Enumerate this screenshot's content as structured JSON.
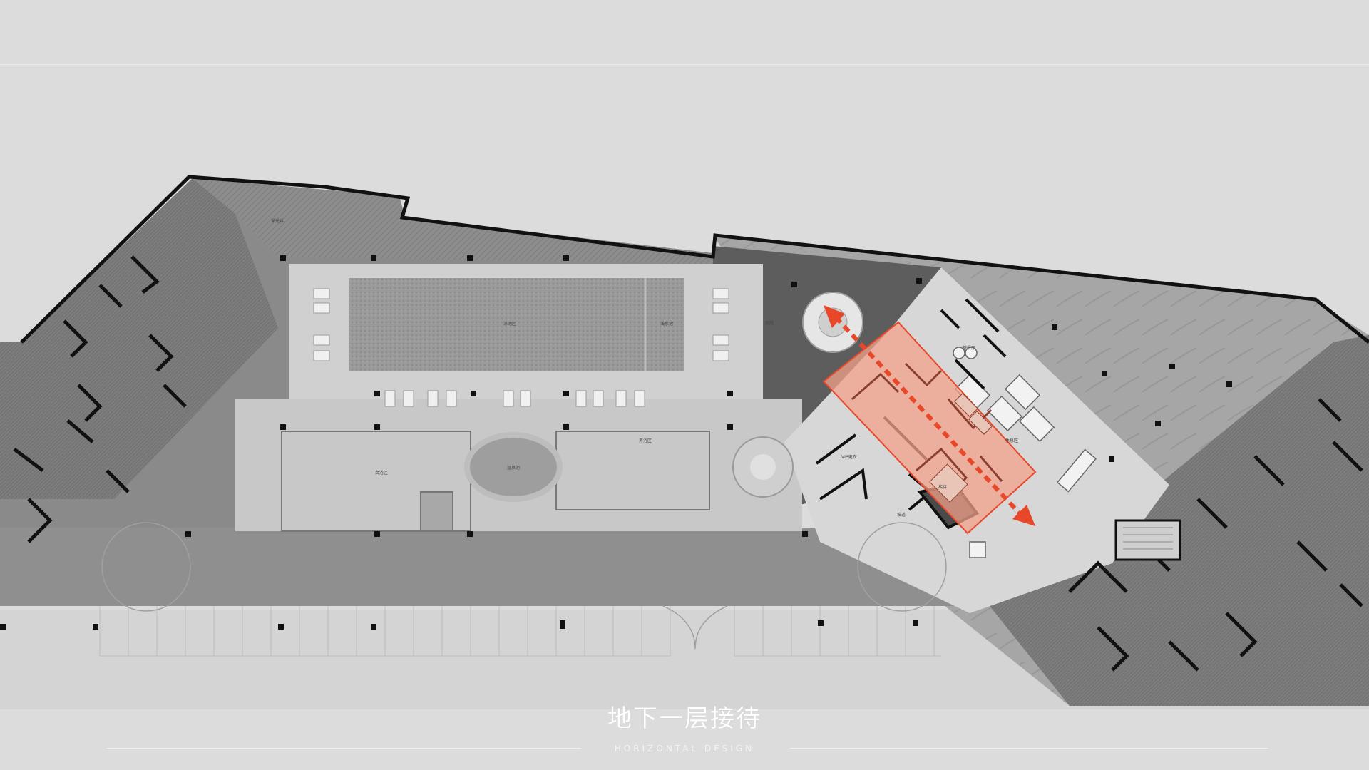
{
  "title": "地下一层接待",
  "subtitle": "HORIZONTAL DESIGN",
  "highlight_color": "#e8472a",
  "highlight_fill": "#f3a08a",
  "room_labels": {
    "garden_a": "采光井",
    "garden_b": "庭院",
    "pool": "泳池区",
    "pool_shallow": "浅水池",
    "women": "女浴区",
    "men": "男浴区",
    "hot_pool": "温泉池",
    "lobby": "接待",
    "vip": "VIP更衣",
    "tea": "茶餐厅",
    "rest": "休息区",
    "ramp": "坡道"
  }
}
